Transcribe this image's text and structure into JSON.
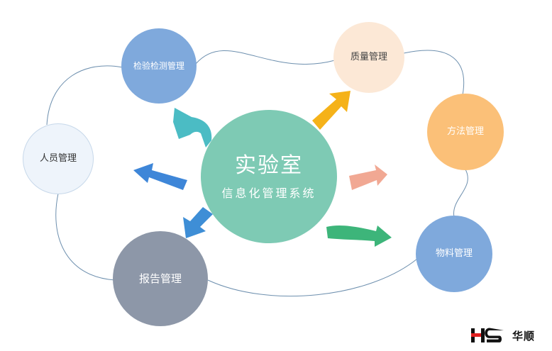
{
  "center": {
    "title": "实验室",
    "subtitle": "信息化管理系统",
    "color": "#7ecab4"
  },
  "nodes": {
    "inspection": {
      "label": "检验检测管理",
      "color": "#7fa9dc"
    },
    "quality": {
      "label": "质量管理",
      "color": "#fce8d6"
    },
    "method": {
      "label": "方法管理",
      "color": "#fbc078"
    },
    "material": {
      "label": "物料管理",
      "color": "#7fa9dc"
    },
    "report": {
      "label": "报告管理",
      "color": "#8d97a8"
    },
    "personnel": {
      "label": "人员管理",
      "color": "#eef4fb"
    }
  },
  "arrows": {
    "to_inspection": "#4bbcc4",
    "to_quality": "#f5b219",
    "to_method": "#f1a893",
    "to_material": "#3db57a",
    "to_report": "#3e8ed6",
    "to_personnel": "#3e86d8"
  },
  "brand": {
    "text": "华顺",
    "logo_color": "#e02020"
  }
}
